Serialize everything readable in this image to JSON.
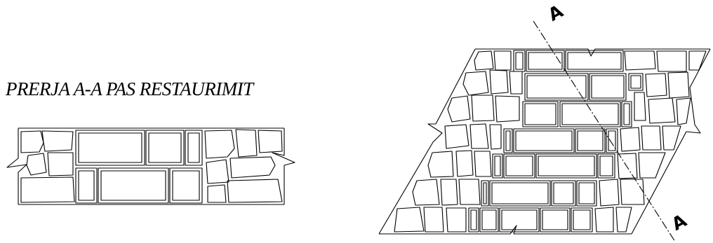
{
  "section_title": "PRERJA A-A PAS RESTAURIMIT",
  "section_marker_top": "A",
  "section_marker_bottom": "A"
}
